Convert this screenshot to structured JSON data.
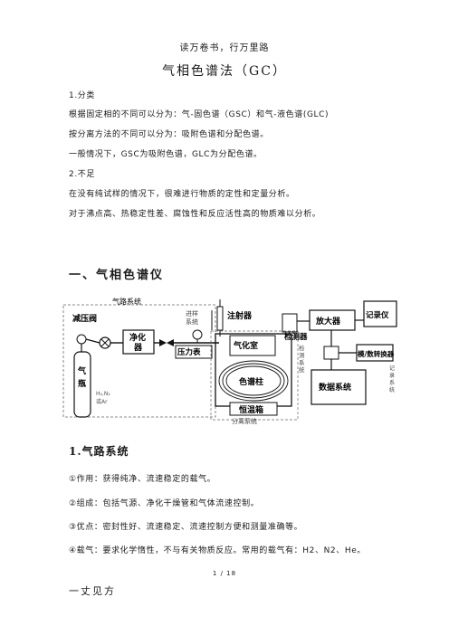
{
  "header": {
    "slogan": "读万卷书，行万里路"
  },
  "title": "气相色谱法（GC）",
  "section_classification": {
    "heading": "1.分类",
    "lines": [
      "根据固定相的不同可以分为：气-固色谱（GSC）和气-液色谱(GLC)",
      "按分离方法的不同可以分为：吸附色谱和分配色谱。",
      "一般情况下，GSC为吸附色谱，GLC为分配色谱。"
    ]
  },
  "section_shortcomings": {
    "heading": "2.不足",
    "lines": [
      "在没有纯试样的情况下，很难进行物质的定性和定量分析。",
      "对于沸点高、热稳定性差、腐蚀性和反应活性高的物质难以分析。"
    ]
  },
  "chapter_heading": "一、气相色谱仪",
  "diagram": {
    "gas_system_label": "气路系统",
    "pressure_valve": "减压阀",
    "purifier_1": "净化",
    "purifier_2": "器",
    "pressure_gauge": "压力表",
    "cylinder_1": "气",
    "cylinder_2": "瓶",
    "carrier_gases_1": "H₂,N₂",
    "carrier_gases_2": "或Ar",
    "injection_system_1": "进样",
    "injection_system_2": "系统",
    "injector": "注射器",
    "vaporizer": "气化室",
    "column": "色谱柱",
    "oven": "恒温箱",
    "separation_system": "分离系统",
    "detector": "检测器",
    "detection_system_1": "检",
    "detection_system_2": "测",
    "detection_system_3": "系",
    "detection_system_4": "统",
    "amplifier": "放大器",
    "recorder": "记录仪",
    "ad_converter": "模/数转换器",
    "data_system": "数据系统",
    "record_system_1": "记",
    "record_system_2": "录",
    "record_system_3": "系",
    "record_system_4": "统"
  },
  "section_gas_system": {
    "heading": "1.气路系统",
    "items": [
      "①作用：获得纯净、流速稳定的载气。",
      "②组成：包括气源、净化干燥管和气体流速控制。",
      "③优点：密封性好、流速稳定、流速控制方便和测量准确等。",
      "④载气：要求化学惰性，不与有关物质反应。常用的载气有：H2、N2、He。"
    ]
  },
  "footer": {
    "page": "1 / 18",
    "brand": "一丈见方"
  }
}
